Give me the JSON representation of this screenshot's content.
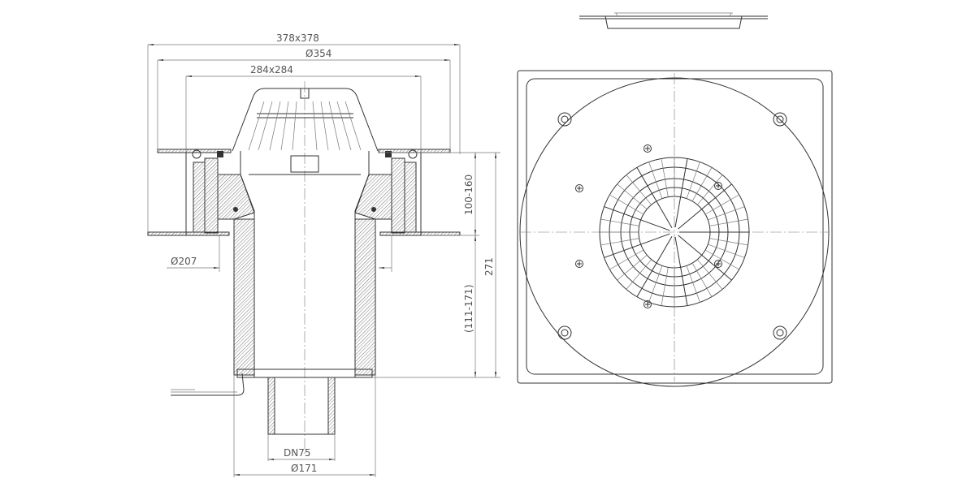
{
  "drawing": {
    "section_view": {
      "dimensions": {
        "flange_square": "378x378",
        "flange_diameter": "Ø354",
        "grate_square": "284x284",
        "adjust_height": "100-160",
        "total_height": "271",
        "lower_height": "(111-171)",
        "collar_diameter": "Ø207",
        "outlet": "DN75",
        "body_diameter": "Ø171"
      }
    },
    "plan_view": {},
    "side_view": {}
  }
}
